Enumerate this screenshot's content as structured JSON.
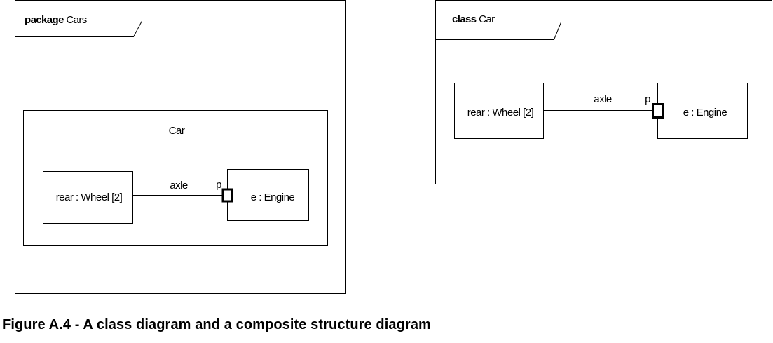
{
  "left_diagram": {
    "frame_keyword": "package",
    "frame_name": "Cars",
    "class_name": "Car",
    "part_rear": "rear : Wheel [2]",
    "part_engine": "e : Engine",
    "connector_label": "axle",
    "port_label": "p"
  },
  "right_diagram": {
    "frame_keyword": "class",
    "frame_name": "Car",
    "part_rear": "rear : Wheel [2]",
    "part_engine": "e : Engine",
    "connector_label": "axle",
    "port_label": "p"
  },
  "caption": "Figure A.4 - A class diagram and a composite structure diagram"
}
